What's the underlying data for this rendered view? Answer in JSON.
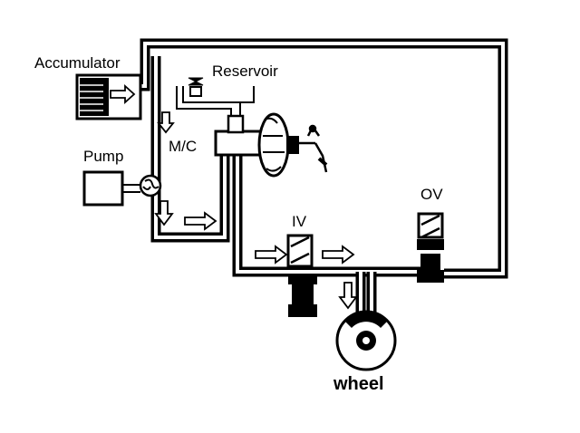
{
  "labels": {
    "accumulator": "Accumulator",
    "reservoir": "Reservoir",
    "master_cylinder": "M/C",
    "pump": "Pump",
    "ov": "OV",
    "iv": "IV",
    "wheel": "wheel"
  },
  "colors": {
    "line": "#000000",
    "background": "#ffffff"
  }
}
